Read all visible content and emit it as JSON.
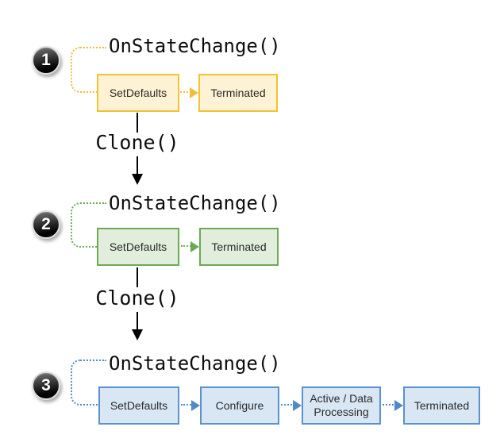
{
  "diagram": {
    "background": "#ffffff",
    "connector_color": "#000000",
    "sections": [
      {
        "badge": "1",
        "event_label": "OnStateChange()",
        "clone_label": "Clone()",
        "colors": {
          "border": "#F1C232",
          "fill": "#FDF3D4",
          "accent": "#F0BE3C"
        },
        "boxes": [
          {
            "label": "SetDefaults"
          },
          {
            "label": "Terminated"
          }
        ]
      },
      {
        "badge": "2",
        "event_label": "OnStateChange()",
        "clone_label": "Clone()",
        "colors": {
          "border": "#6CA955",
          "fill": "#E1EEDB",
          "accent": "#6CA955"
        },
        "boxes": [
          {
            "label": "SetDefaults"
          },
          {
            "label": "Terminated"
          }
        ]
      },
      {
        "badge": "3",
        "event_label": "OnStateChange()",
        "colors": {
          "border": "#5B91CC",
          "fill": "#D9E7F5",
          "accent": "#4E8BC9"
        },
        "boxes": [
          {
            "label": "SetDefaults"
          },
          {
            "label": "Configure"
          },
          {
            "label": "Active / Data Processing"
          },
          {
            "label": "Terminated"
          }
        ]
      }
    ]
  }
}
